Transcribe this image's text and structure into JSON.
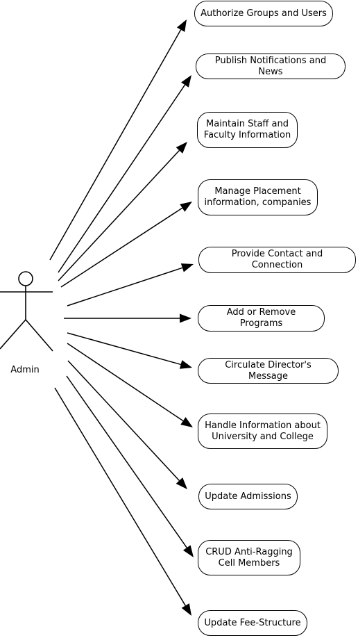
{
  "actor": {
    "label": "Admin"
  },
  "use_cases": [
    "Authorize Groups and Users",
    "Publish Notifications and News",
    "Maintain Staff and\nFaculty Information",
    "Manage Placement\ninformation, companies",
    "Provide Contact and Connection",
    "Add or Remove Programs",
    "Circulate Director's Message",
    "Handle Information about\nUniversity and College",
    "Update Admissions",
    "CRUD Anti-Ragging\nCell Members",
    "Update Fee-Structure"
  ],
  "colors": {
    "stroke": "#000000",
    "background": "#ffffff"
  }
}
